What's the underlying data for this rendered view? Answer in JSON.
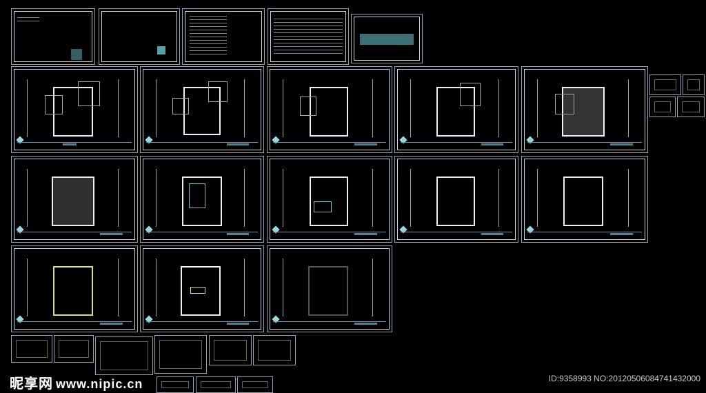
{
  "watermark": {
    "logo_text": "昵享网",
    "url": "www.nipic.cn"
  },
  "image_id": "ID:9358993 NO:20120506084741432000",
  "colors": {
    "background": "#000000",
    "frame": "#8ca7b4",
    "linework": "#f1f1f1",
    "accent": "#9ad7df",
    "highlight": "#e1dc7a"
  }
}
